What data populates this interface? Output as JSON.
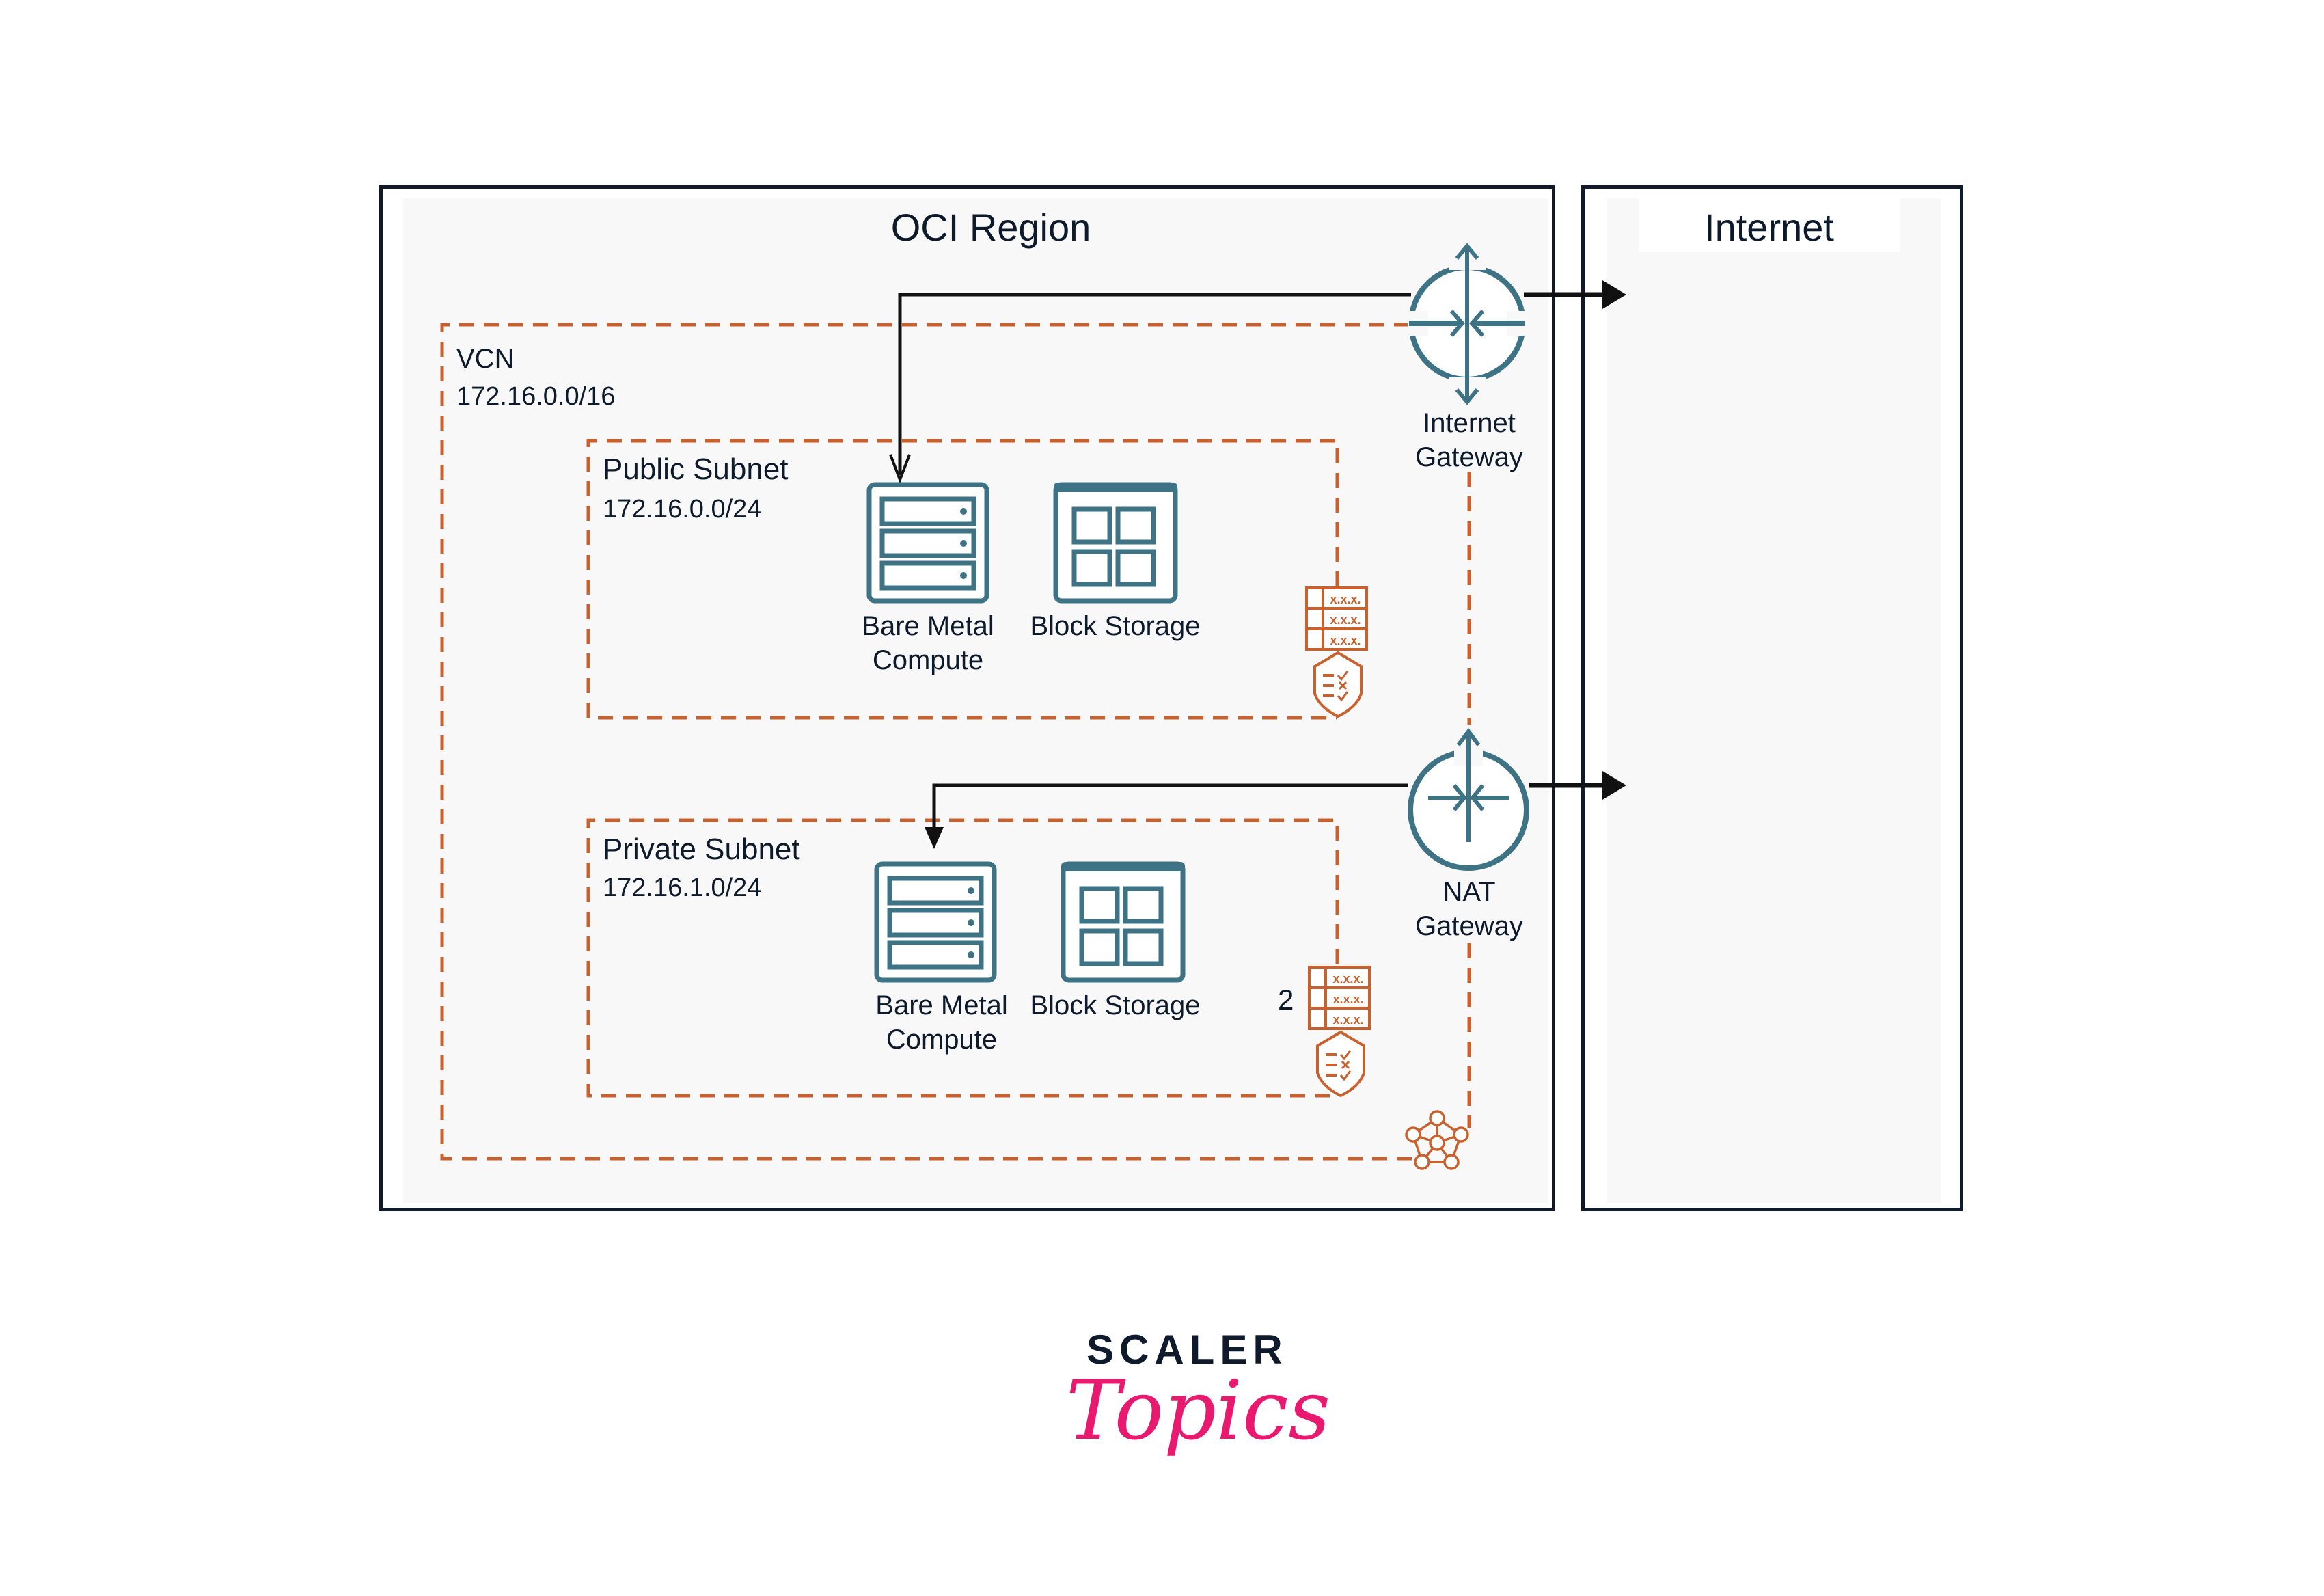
{
  "diagram": {
    "region": {
      "title": "OCI Region"
    },
    "internet": {
      "title": "Internet"
    },
    "vcn": {
      "name": "VCN",
      "cidr": "172.16.0.0/16"
    },
    "public_subnet": {
      "name": "Public Subnet",
      "cidr": "172.16.0.0/24",
      "compute_label_line1": "Bare Metal",
      "compute_label_line2": "Compute",
      "storage_label": "Block Storage",
      "security_list_rows": [
        "x.x.x.",
        "x.x.x.",
        "x.x.x."
      ]
    },
    "private_subnet": {
      "name": "Private Subnet",
      "cidr": "172.16.1.0/24",
      "compute_label_line1": "Bare Metal",
      "compute_label_line2": "Compute",
      "storage_label": "Block Storage",
      "security_list_marker": "2",
      "security_list_rows": [
        "x.x.x.",
        "x.x.x.",
        "x.x.x."
      ]
    },
    "internet_gateway": {
      "label_line1": "Internet",
      "label_line2": "Gateway"
    },
    "nat_gateway": {
      "label_line1": "NAT",
      "label_line2": "Gateway"
    },
    "colors": {
      "teal": "#3d7385",
      "orange": "#c8612e",
      "border": "#111a2b",
      "arrow": "#111111",
      "logo_pink": "#e8196f"
    }
  },
  "logo": {
    "line1": "SCALER",
    "line2": "Topics"
  }
}
